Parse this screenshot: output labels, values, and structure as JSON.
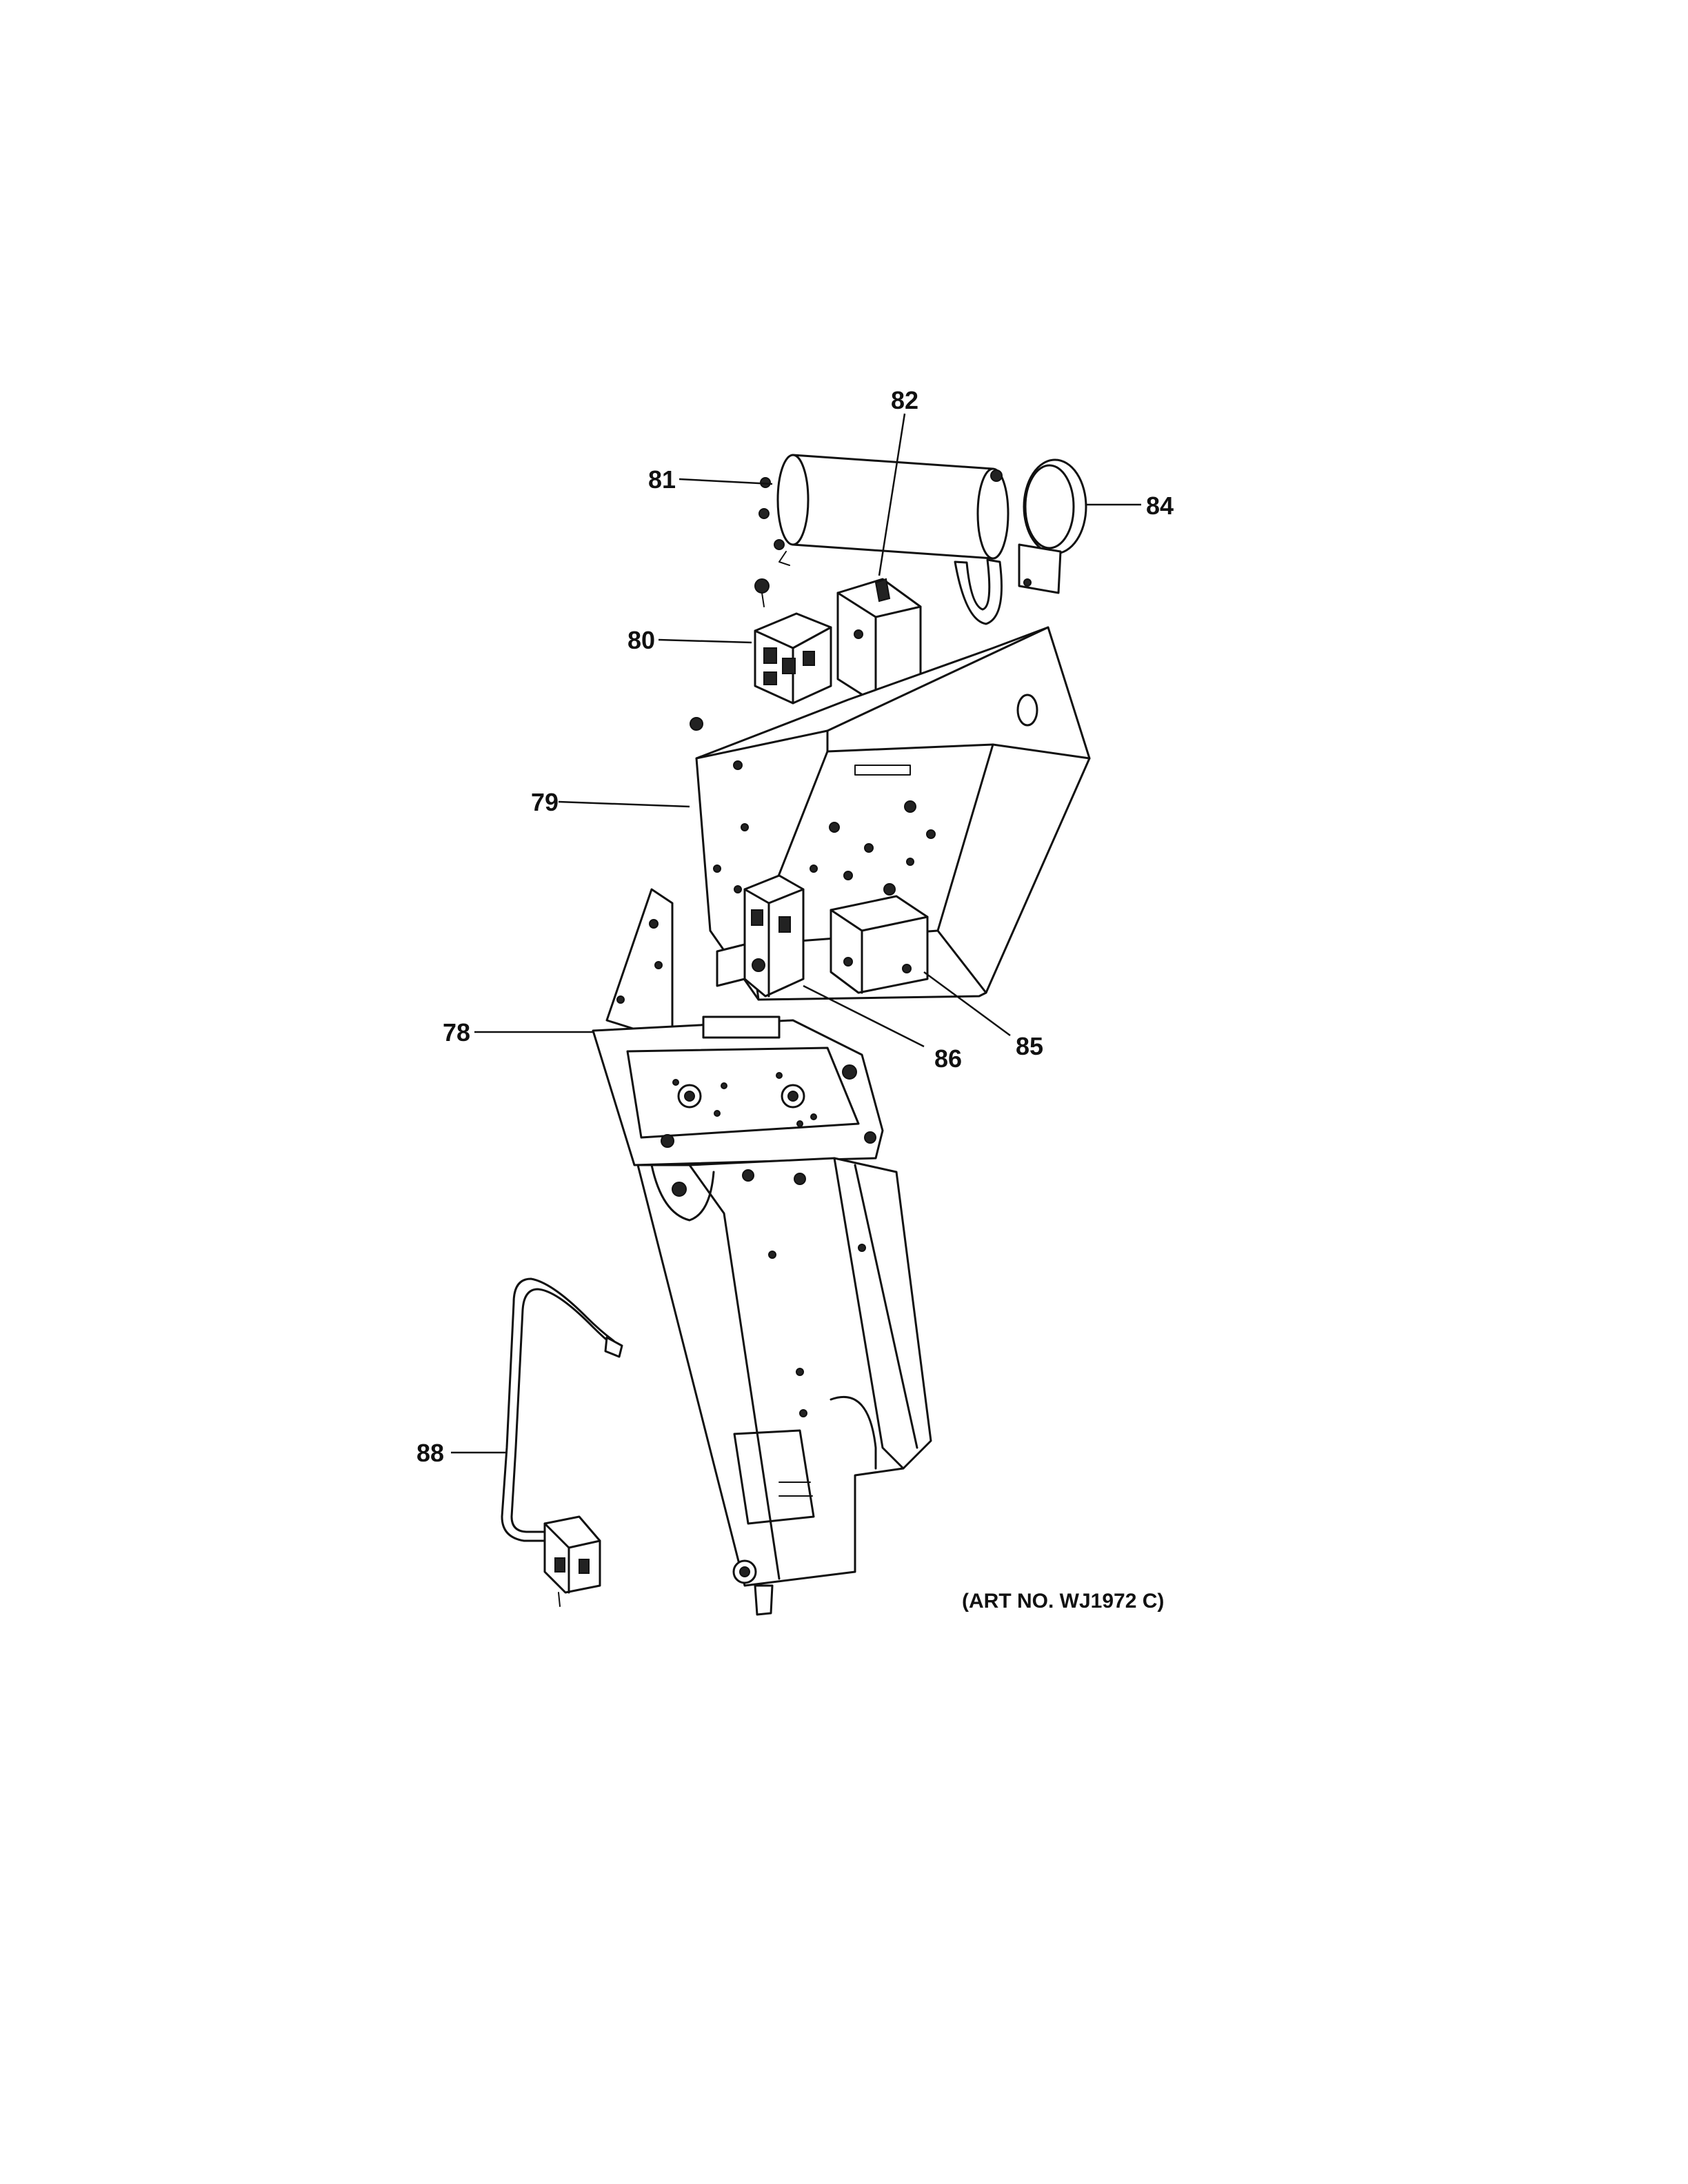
{
  "callouts": {
    "c78": "78",
    "c79": "79",
    "c80": "80",
    "c81": "81",
    "c82": "82",
    "c84": "84",
    "c85": "85",
    "c86": "86",
    "c88": "88"
  },
  "art_number": "(ART NO. WJ1972 C)"
}
